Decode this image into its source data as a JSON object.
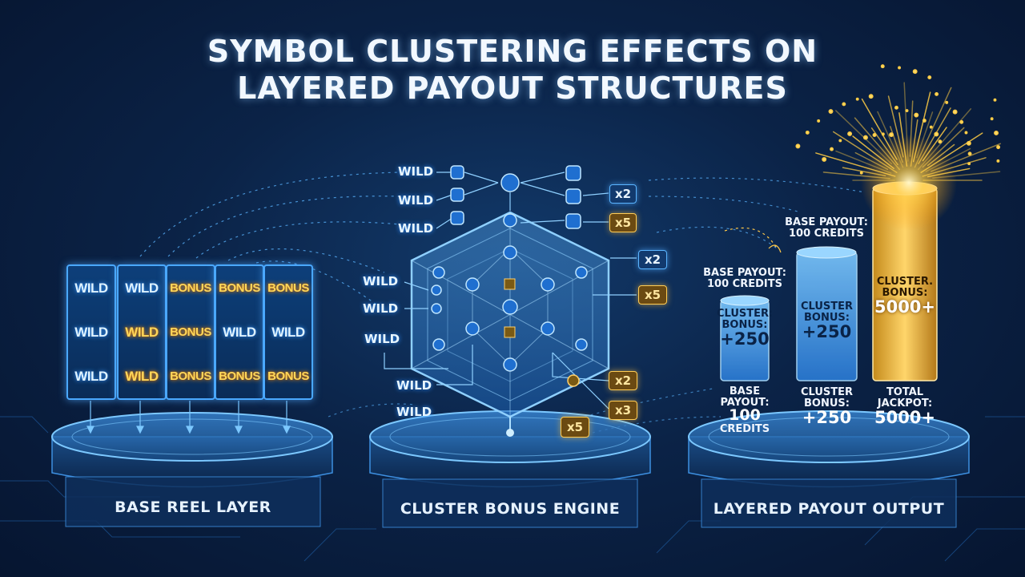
{
  "title": {
    "line1": "SYMBOL CLUSTERING EFFECTS ON",
    "line2": "LAYERED PAYOUT STRUCTURES"
  },
  "reels": [
    [
      "WILD",
      "WILD",
      "WILD"
    ],
    [
      "WILD",
      "WILD",
      "WILD"
    ],
    [
      "BONUS",
      "BONUS",
      "BONUS"
    ],
    [
      "BONUS",
      "WILD",
      "BONUS"
    ],
    [
      "BONUS",
      "WILD",
      "BONUS"
    ]
  ],
  "platforms": {
    "left": "BASE REEL LAYER",
    "center": "CLUSTER BONUS ENGINE",
    "right": "LAYERED PAYOUT OUTPUT"
  },
  "engine": {
    "top_wild_labels": [
      "WILD",
      "WILD",
      "WILD"
    ],
    "mid_wild_labels": [
      "WILD",
      "WILD",
      "WILD"
    ],
    "bottom_wild_labels": [
      "WILD",
      "WILD"
    ],
    "top_multipliers": [
      "x2",
      "x5"
    ],
    "right_multipliers": [
      "x2",
      "x5"
    ],
    "bottom_multipliers": [
      "x2",
      "x3",
      "x5"
    ]
  },
  "payout": {
    "col1": {
      "top_label": "BASE PAYOUT:",
      "top_value": "100 CREDITS",
      "inner_label1": "CLUSTER:",
      "inner_label2": "BONUS:",
      "inner_value": "+250",
      "below_label1": "BASE",
      "below_label2": "PAYOUT:",
      "below_value": "100",
      "below_unit": "CREDITS"
    },
    "col2": {
      "top_label": "BASE PAYOUT:",
      "top_value": "100 CREDITS",
      "inner_label1": "CLUSTER",
      "inner_label2": "BONUS:",
      "inner_value": "+250",
      "below_label1": "CLUSTER",
      "below_label2": "BONUS:",
      "below_value": "+250"
    },
    "col3": {
      "inner_label1": "CLUSTER.",
      "inner_label2": "BONUS:",
      "inner_value": "5000+",
      "below_label1": "TOTAL",
      "below_label2": "JACKPOT:",
      "below_value": "5000+"
    }
  },
  "colors": {
    "accent_blue": "#4aa8ff",
    "accent_gold": "#ffc94a",
    "background": "#0b2347"
  }
}
